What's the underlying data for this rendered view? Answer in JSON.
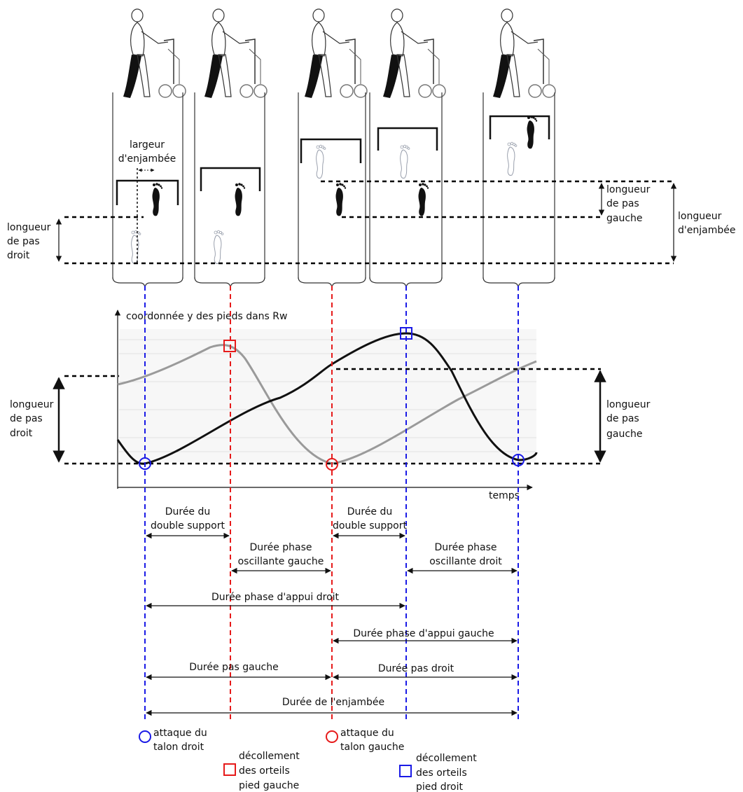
{
  "colors": {
    "right_foot": "#1a1ae6",
    "left_foot": "#e61a1a",
    "curve_right": "#111111",
    "curve_left": "#9a9a9a"
  },
  "top": {
    "stride_width": [
      "largeur",
      "d'enjambée"
    ],
    "right_step_length": [
      "longueur",
      "de pas",
      "droit"
    ],
    "left_step_length": [
      "longueur",
      "de pas",
      "gauche"
    ],
    "stride_length": [
      "longueur",
      "d'enjambée"
    ]
  },
  "chart": {
    "y_axis_label": "coordonnée y des pieds dans Rw",
    "x_axis_label": "temps",
    "right_step_length": [
      "longueur",
      "de pas",
      "droit"
    ],
    "left_step_length": [
      "longueur",
      "de pas",
      "gauche"
    ]
  },
  "durations": {
    "double_support_1": [
      "Durée du",
      "double support"
    ],
    "double_support_2": [
      "Durée du",
      "double support"
    ],
    "swing_left": [
      "Durée phase",
      "oscillante gauche"
    ],
    "swing_right": [
      "Durée phase",
      "oscillante droit"
    ],
    "stance_right": "Durée phase d'appui droit",
    "stance_left": "Durée phase d'appui gauche",
    "step_left": "Durée pas gauche",
    "step_right": "Durée pas droit",
    "stride": "Durée de l'enjambée"
  },
  "legend": {
    "right_heel_strike": [
      "attaque du",
      "talon droit"
    ],
    "left_heel_strike": [
      "attaque du",
      "talon gauche"
    ],
    "left_toe_off": [
      "décollement",
      "des orteils",
      "pied gauche"
    ],
    "right_toe_off": [
      "décollement",
      "des orteils",
      "pied droit"
    ]
  },
  "chart_data": {
    "type": "line",
    "x_label": "temps",
    "y_label": "coordonnée y des pieds dans Rw",
    "events": [
      {
        "marker": "circle",
        "color": "blue",
        "foot": "right",
        "event": "heel strike",
        "order": 1
      },
      {
        "marker": "square",
        "color": "red",
        "foot": "left",
        "event": "toe off",
        "order": 2
      },
      {
        "marker": "circle",
        "color": "red",
        "foot": "left",
        "event": "heel strike",
        "order": 3
      },
      {
        "marker": "square",
        "color": "blue",
        "foot": "right",
        "event": "toe off",
        "order": 4
      },
      {
        "marker": "circle",
        "color": "blue",
        "foot": "right",
        "event": "heel strike",
        "order": 5
      }
    ]
  }
}
